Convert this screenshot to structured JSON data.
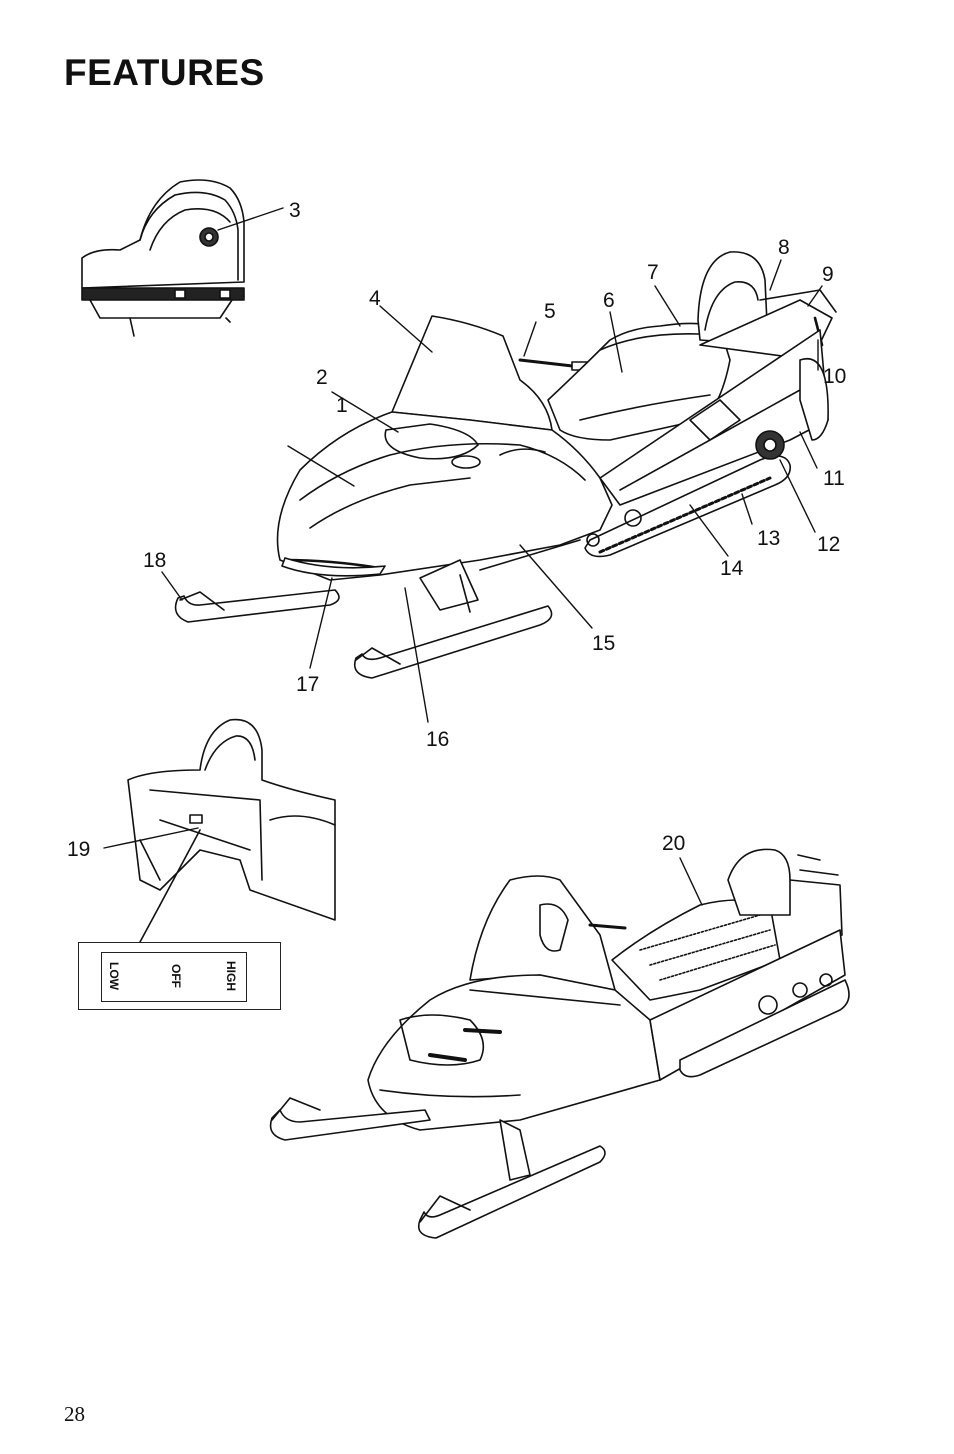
{
  "page": {
    "title": "FEATURES",
    "page_number": "28"
  },
  "callouts": [
    "1",
    "2",
    "3",
    "4",
    "5",
    "6",
    "7",
    "8",
    "9",
    "10",
    "11",
    "12",
    "13",
    "14",
    "15",
    "16",
    "17",
    "18",
    "19",
    "20"
  ],
  "switch": {
    "labels": [
      "LOW",
      "OFF",
      "HIGH"
    ]
  }
}
